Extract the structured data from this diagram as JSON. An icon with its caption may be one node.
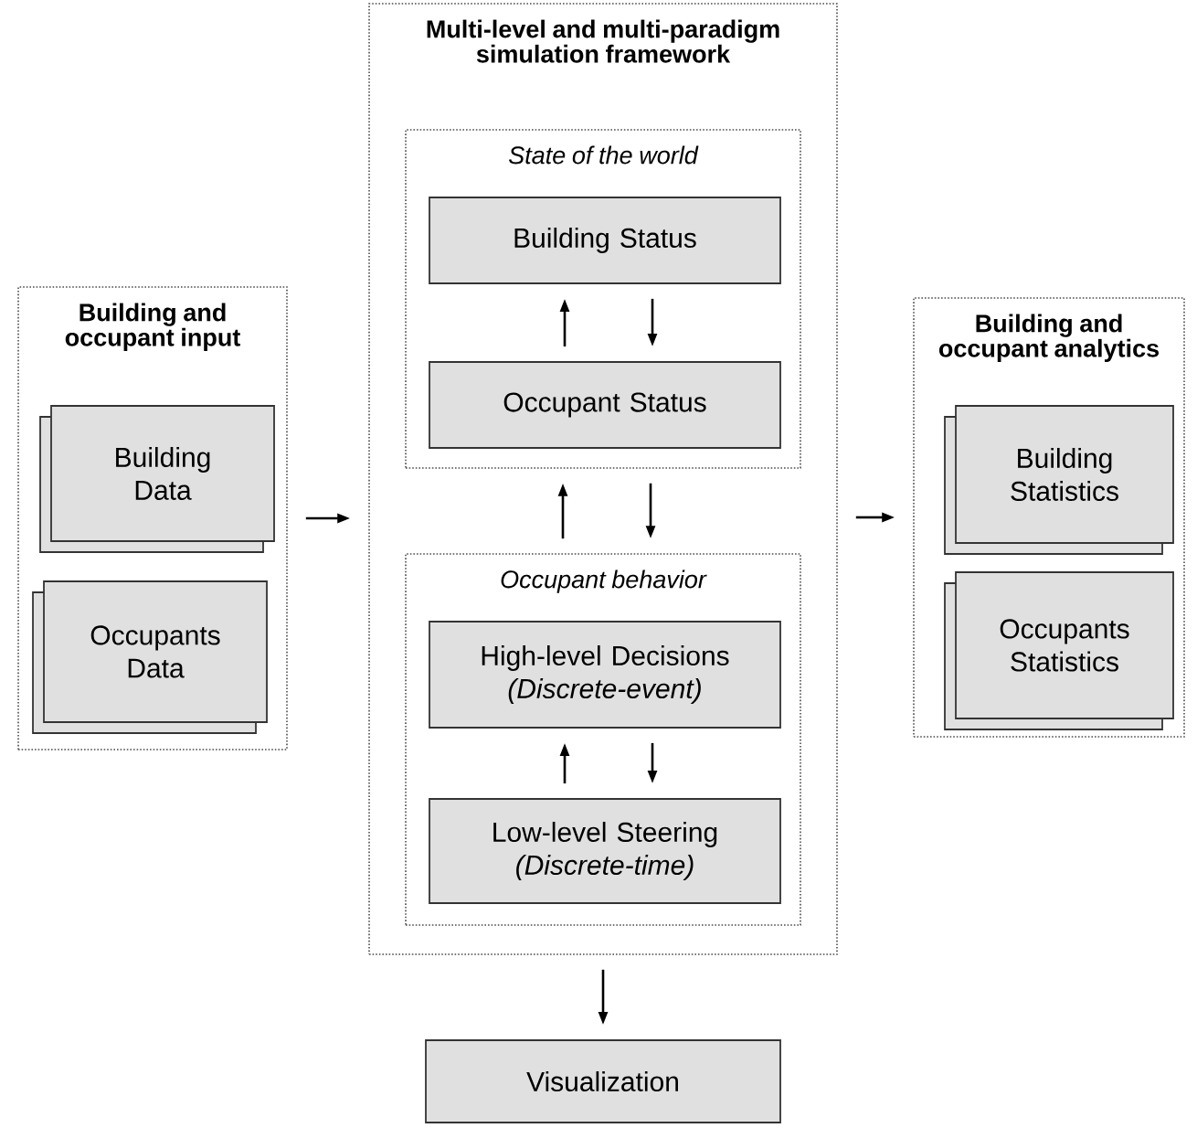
{
  "diagram": {
    "nodes": [
      {
        "text": [
          "Building and occupant input"
        ]
      },
      {
        "text": [
          "Building Data"
        ],
        "in": 0
      },
      {
        "text": [
          "Occupants Data"
        ],
        "in": 0
      },
      {
        "text": [
          "Multi-level and multi-paradigm simulation framework"
        ]
      },
      {
        "text": [
          "State of the world"
        ],
        "in": 3
      },
      {
        "text": [
          "Building Status"
        ],
        "in": 4
      },
      {
        "text": [
          "Occupant Status"
        ],
        "in": 4
      },
      {
        "text": [
          "Occupant behavior"
        ],
        "in": 3
      },
      {
        "text": [
          "High-level Decisions",
          "(Discrete-event)"
        ],
        "in": 7
      },
      {
        "text": [
          "Low-level Steering",
          "(Discrete-time)"
        ],
        "in": 7
      },
      {
        "text": [
          "Visualization"
        ]
      },
      {
        "text": [
          "Building and occupant analytics"
        ]
      },
      {
        "text": [
          "Building Statistics"
        ],
        "in": 11
      },
      {
        "text": [
          "Occupants Statistics"
        ],
        "in": 11
      }
    ],
    "edges": [
      {
        "from": 0,
        "to": 3,
        "arrow": "to"
      },
      {
        "from": 6,
        "to": 5,
        "arrow": "to"
      },
      {
        "from": 5,
        "to": 6,
        "arrow": "to"
      },
      {
        "from": 7,
        "to": 4,
        "arrow": "to"
      },
      {
        "from": 4,
        "to": 7,
        "arrow": "to"
      },
      {
        "from": 9,
        "to": 8,
        "arrow": "to"
      },
      {
        "from": 8,
        "to": 9,
        "arrow": "to"
      },
      {
        "from": 3,
        "to": 10,
        "arrow": "to"
      },
      {
        "from": 3,
        "to": 11,
        "arrow": "to"
      }
    ]
  }
}
